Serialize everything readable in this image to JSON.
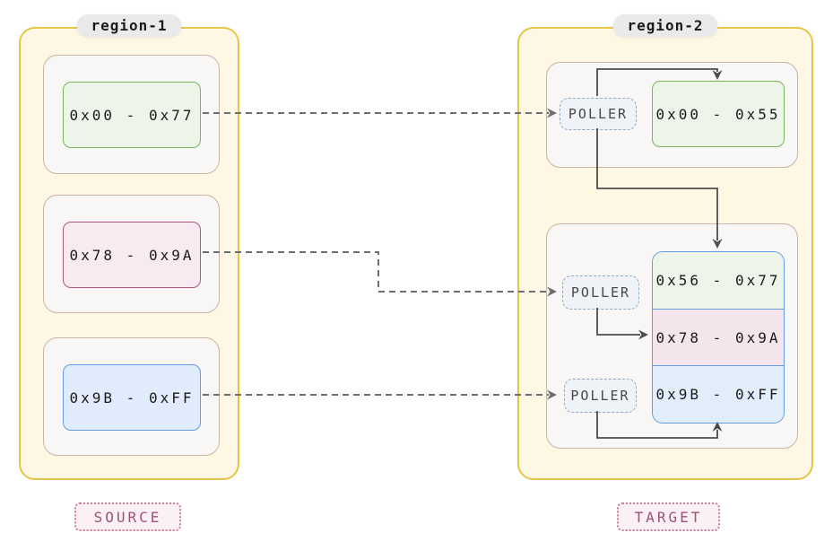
{
  "colors": {
    "region_border": "#E5C545",
    "region_fill": "#FDF7E3",
    "pill_fill": "#E9EAEC",
    "sub_border": "#CDB2A5",
    "sub_fill": "#F8F7F5",
    "green_border": "#7AB45C",
    "green_fill": "#EDF5E8",
    "pink_border": "#AC5780",
    "pink_fill": "#F7EBF1",
    "blue_border": "#649BE3",
    "blue_fill": "#E0EBFB",
    "stack_green": "#EDF5E9",
    "stack_pink": "#F4E4EB",
    "stack_blue": "#E2EDFC",
    "poller_border": "#8FA9C7",
    "poller_fill": "#EFF3F7",
    "tag_border": "#C97F9F",
    "tag_fill": "#FBF1F5",
    "tag_text": "#9C5378",
    "solid_line": "#4D4D4D",
    "dashed_line": "#6E6E6E",
    "text": "#1B1B1B"
  },
  "region1": {
    "title": "region-1",
    "tag": "SOURCE",
    "blocks": [
      {
        "label": "0x00 - 0x77"
      },
      {
        "label": "0x78 - 0x9A"
      },
      {
        "label": "0x9B - 0xFF"
      }
    ]
  },
  "region2": {
    "title": "region-2",
    "tag": "TARGET",
    "pollers": [
      {
        "label": "POLLER"
      },
      {
        "label": "POLLER"
      },
      {
        "label": "POLLER"
      }
    ],
    "top_block": {
      "label": "0x00 - 0x55"
    },
    "stack": [
      {
        "label": "0x56 - 0x77"
      },
      {
        "label": "0x78 - 0x9A"
      },
      {
        "label": "0x9B - 0xFF"
      }
    ]
  }
}
